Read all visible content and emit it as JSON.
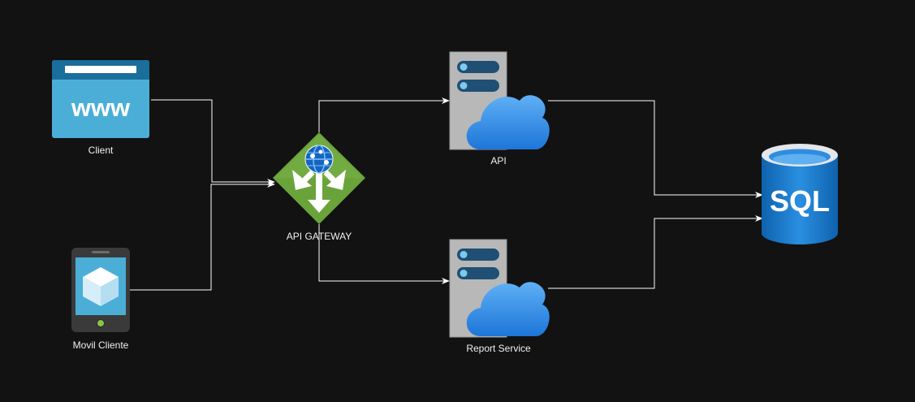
{
  "diagram": {
    "nodes": {
      "client": {
        "label": "Client",
        "icon": "web-browser-icon",
        "glyph": "www"
      },
      "mobile": {
        "label": "Movil Cliente",
        "icon": "mobile-app-icon"
      },
      "gateway": {
        "label": "API GATEWAY",
        "icon": "api-gateway-icon"
      },
      "api": {
        "label": "API",
        "icon": "cloud-server-icon"
      },
      "report": {
        "label": "Report Service",
        "icon": "cloud-server-icon"
      },
      "database": {
        "label": "SQL",
        "icon": "sql-database-icon"
      }
    },
    "edges": [
      {
        "from": "client",
        "to": "gateway"
      },
      {
        "from": "mobile",
        "to": "gateway"
      },
      {
        "from": "gateway",
        "to": "api"
      },
      {
        "from": "gateway",
        "to": "report"
      },
      {
        "from": "api",
        "to": "database"
      },
      {
        "from": "report",
        "to": "database"
      }
    ],
    "colors": {
      "background": "#121212",
      "connector": "#ffffff",
      "browser": "#4baed6",
      "browser_header": "#1a6e9c",
      "gateway": "#6aa33a",
      "server": "#b8b8b8",
      "cloud": "#2b8de3",
      "database": "#1f7fd0"
    }
  }
}
